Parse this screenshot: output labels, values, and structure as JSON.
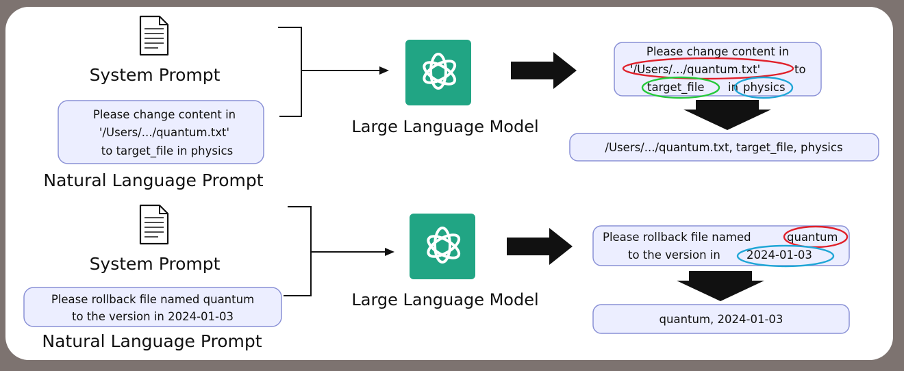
{
  "colors": {
    "frame_border": "#7d7370",
    "box_fill": "#eceeff",
    "box_stroke": "#8a91d6",
    "logo_fill": "#21a584",
    "arrow": "#111111",
    "circle_red": "#e0202a",
    "circle_green": "#26c93a",
    "circle_blue": "#1fa6d6"
  },
  "rows": [
    {
      "system_label": "System Prompt",
      "prompt_lines": [
        "Please change content in",
        "'/Users/.../quantum.txt'",
        "to target_file in physics"
      ],
      "nl_label": "Natural Language Prompt",
      "model_label": "Large Language Model",
      "annotated": {
        "line1": "Please change content in",
        "path": "'/Users/.../quantum.txt'",
        "to": "to",
        "target": "target_file",
        "in": "in",
        "category": "physics"
      },
      "result": "/Users/.../quantum.txt, target_file, physics"
    },
    {
      "system_label": "System Prompt",
      "prompt_lines": [
        "Please rollback file named quantum",
        "to the version in 2024-01-03"
      ],
      "nl_label": "Natural Language Prompt",
      "model_label": "Large Language Model",
      "annotated": {
        "prefix": "Please rollback file named",
        "name": "quantum",
        "line2_prefix": "to the version in",
        "date": "2024-01-03"
      },
      "result": "quantum, 2024-01-03"
    }
  ],
  "icons": {
    "document": "document-icon",
    "model": "openai-logo-icon",
    "arrow": "block-arrow-icon"
  }
}
